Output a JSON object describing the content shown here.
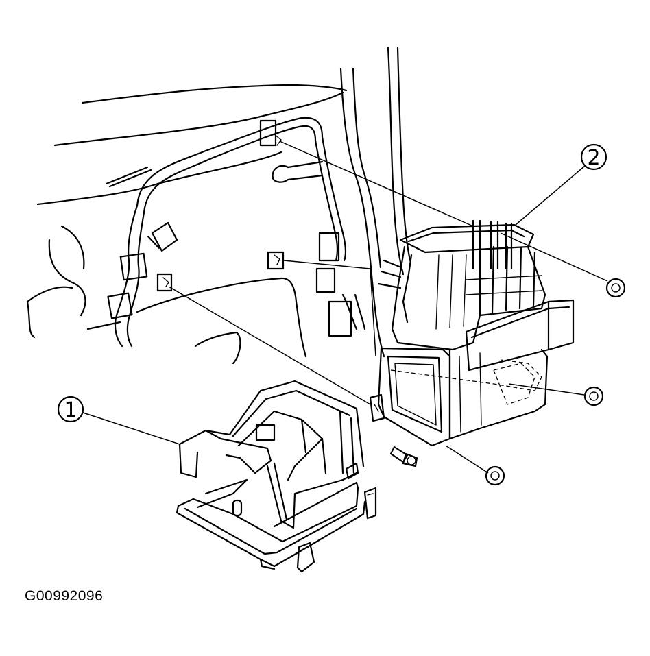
{
  "figure_code": "G00992096",
  "callouts": [
    {
      "id": "1",
      "label": "1"
    },
    {
      "id": "2",
      "label": "2"
    }
  ],
  "colors": {
    "ink": "#000000",
    "paper": "#ffffff"
  }
}
